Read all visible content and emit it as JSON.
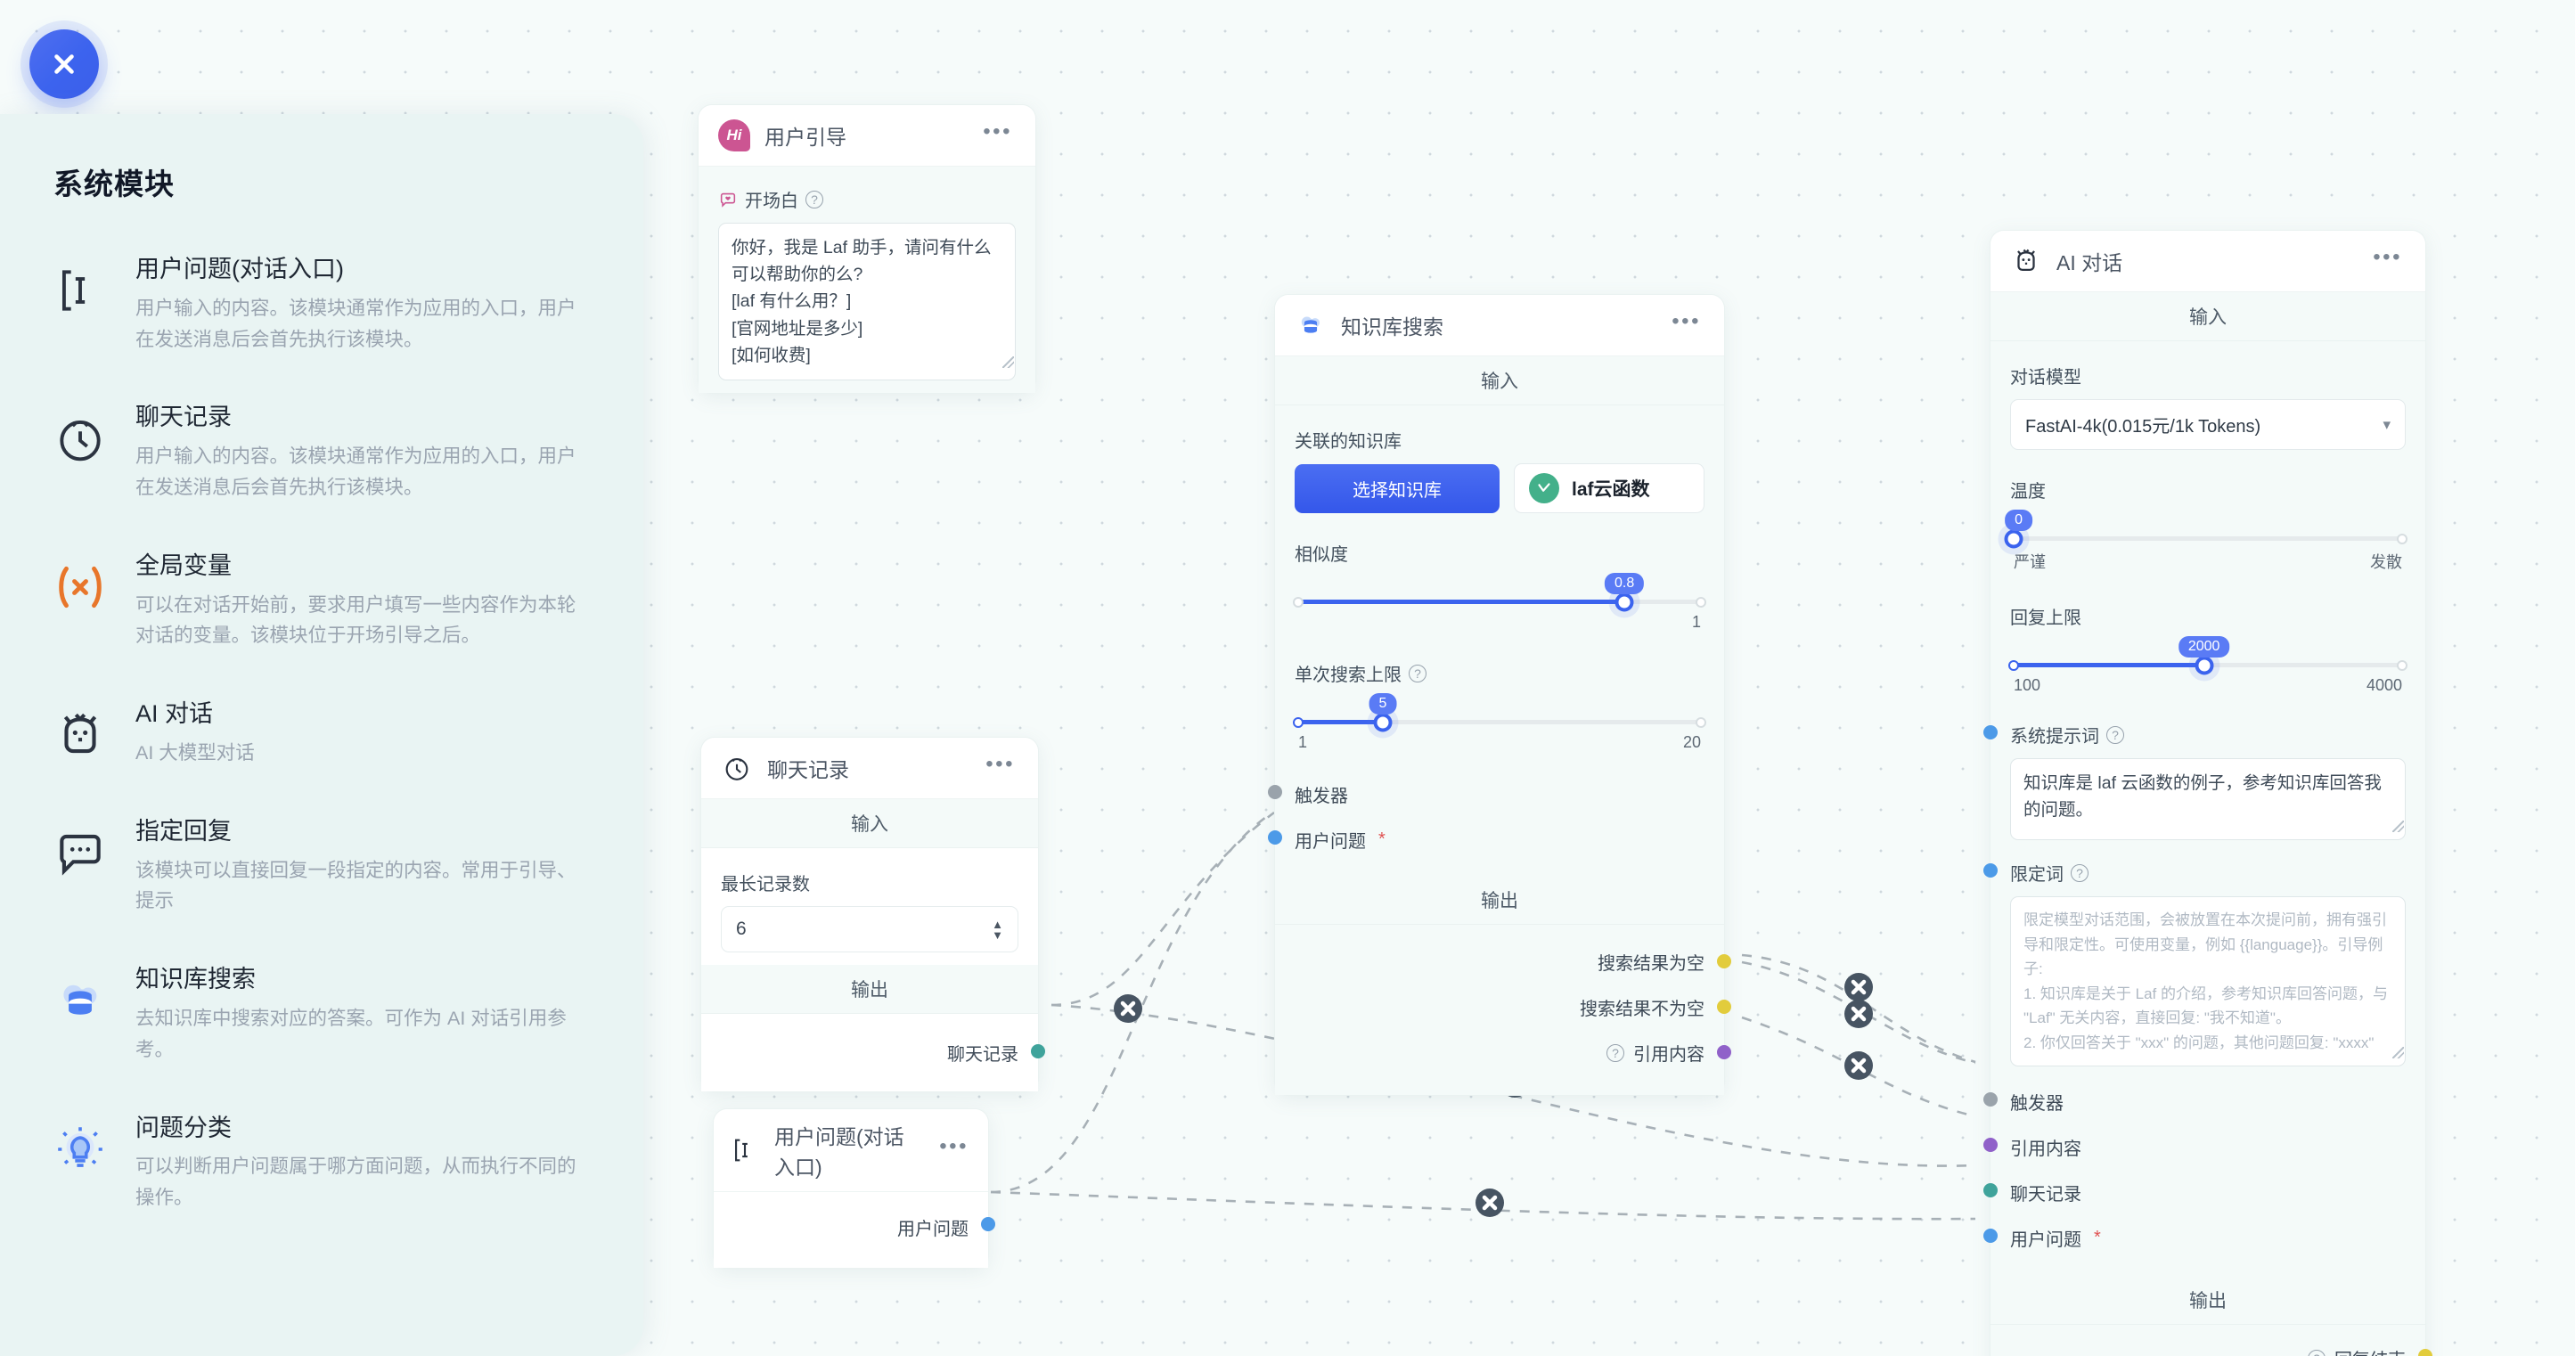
{
  "close_button": {
    "icon": "close-icon"
  },
  "sidebar": {
    "title": "系统模块",
    "items": [
      {
        "icon": "text-cursor-icon",
        "name": "用户问题(对话入口)",
        "desc": "用户输入的内容。该模块通常作为应用的入口，用户在发送消息后会首先执行该模块。"
      },
      {
        "icon": "clock-icon",
        "name": "聊天记录",
        "desc": "用户输入的内容。该模块通常作为应用的入口，用户在发送消息后会首先执行该模块。"
      },
      {
        "icon": "variable-icon",
        "name": "全局变量",
        "desc": "可以在对话开始前，要求用户填写一些内容作为本轮对话的变量。该模块位于开场引导之后。"
      },
      {
        "icon": "robot-icon",
        "name": "AI 对话",
        "desc": "AI 大模型对话"
      },
      {
        "icon": "chat-bubble-icon",
        "name": "指定回复",
        "desc": "该模块可以直接回复一段指定的内容。常用于引导、提示"
      },
      {
        "icon": "database-icon",
        "name": "知识库搜索",
        "desc": "去知识库中搜索对应的答案。可作为 AI 对话引用参考。"
      },
      {
        "icon": "lightbulb-icon",
        "name": "问题分类",
        "desc": "可以判断用户问题属于哪方面问题，从而执行不同的操作。"
      }
    ]
  },
  "nodes": {
    "user_guide": {
      "title": "用户引导",
      "badge": "Hi",
      "menu": "•••",
      "field_label": "开场白",
      "value": "你好，我是 Laf 助手，请问有什么可以帮助你的么?\n[laf 有什么用？]\n[官网地址是多少]\n[如何收费]"
    },
    "chat_history": {
      "title": "聊天记录",
      "menu": "•••",
      "input_band": "输入",
      "output_band": "输出",
      "field_label": "最长记录数",
      "value": "6",
      "output_port": "聊天记录"
    },
    "user_question": {
      "title": "用户问题(对话入口)",
      "menu": "•••",
      "output_port": "用户问题"
    },
    "kb_search": {
      "title": "知识库搜索",
      "menu": "•••",
      "input_band": "输入",
      "output_band": "输出",
      "kb_label": "关联的知识库",
      "kb_button": "选择知识库",
      "kb_tag": "laf云函数",
      "similarity_label": "相似度",
      "similarity_value": "0.8",
      "similarity_min": "",
      "similarity_max": "1",
      "limit_label": "单次搜索上限",
      "limit_value": "5",
      "limit_min": "1",
      "limit_max": "20",
      "in_ports": [
        "触发器",
        "用户问题"
      ],
      "in_required": [
        false,
        true
      ],
      "out_ports": [
        "搜索结果为空",
        "搜索结果不为空",
        "引用内容"
      ]
    },
    "ai_chat": {
      "title": "AI 对话",
      "menu": "•••",
      "input_band": "输入",
      "output_band": "输出",
      "model_label": "对话模型",
      "model_value": "FastAI-4k(0.015元/1k Tokens)",
      "temp_label": "温度",
      "temp_value": "0",
      "temp_min_label": "严谨",
      "temp_max_label": "发散",
      "max_label": "回复上限",
      "max_value": "2000",
      "max_min": "100",
      "max_max": "4000",
      "sys_prompt_label": "系统提示词",
      "sys_prompt_value": "知识库是 laf 云函数的例子，参考知识库回答我的问题。",
      "qualifier_label": "限定词",
      "qualifier_placeholder": "限定模型对话范围，会被放置在本次提问前，拥有强引导和限定性。可使用变量，例如 {{language}}。引导例子:\n1. 知识库是关于 Laf 的介绍，参考知识库回答问题，与 \"Laf\" 无关内容，直接回复: \"我不知道\"。\n2. 你仅回答关于 \"xxx\" 的问题，其他问题回复: \"xxxx\"",
      "in_ports": [
        "触发器",
        "引用内容",
        "聊天记录",
        "用户问题"
      ],
      "in_required": [
        false,
        false,
        false,
        true
      ],
      "out_port": "回复结束"
    }
  },
  "colors": {
    "accent": "#3b63ee",
    "canvas": "#f6fbfa",
    "sidebar": "#e9f4f3",
    "port_gray": "#9aa3ab",
    "port_blue": "#4c9ae8",
    "port_teal": "#3fa39b",
    "port_purple": "#9061c9",
    "port_yellow": "#e2cc3c",
    "kb_tag_green": "#43b08a",
    "hi_badge_pink": "#cc5592"
  }
}
